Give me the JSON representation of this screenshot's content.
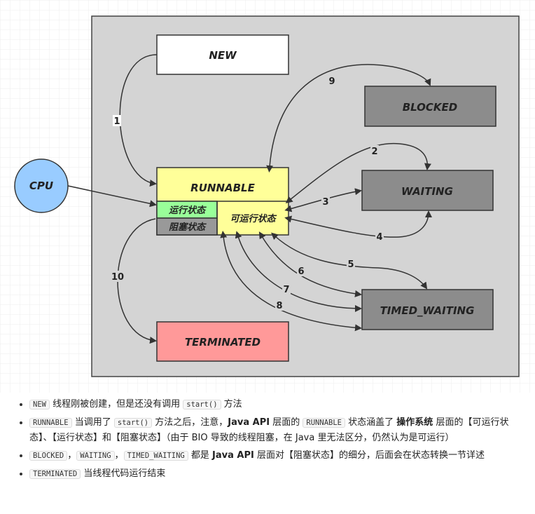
{
  "states": {
    "new": "NEW",
    "blocked": "BLOCKED",
    "runnable": "RUNNABLE",
    "running": "运行状态",
    "blocking": "阻塞状态",
    "ready": "可运行状态",
    "waiting": "WAITING",
    "timed_waiting": "TIMED_WAITING",
    "terminated": "TERMINATED",
    "cpu": "CPU"
  },
  "edge_labels": [
    "1",
    "2",
    "3",
    "4",
    "5",
    "6",
    "7",
    "8",
    "9",
    "10"
  ],
  "colors": {
    "panel": "#d4d4d4",
    "new": "#ffffff",
    "runnable": "#ffff99",
    "running": "#99ff99",
    "blocking": "#999999",
    "gray_state": "#8c8c8c",
    "terminated": "#ff9999",
    "cpu": "#99ccff"
  },
  "notes": {
    "b1": {
      "code1": "NEW",
      "t1": "线程刚被创建，但是还没有调用",
      "code2": "start()",
      "t2": "方法"
    },
    "b2": {
      "code1": "RUNNABLE",
      "t1": "当调用了",
      "code2": "start()",
      "t2": "方法之后，注意，",
      "bold1": "Java API",
      "t3": "层面的",
      "code3": "RUNNABLE",
      "t4": "状态涵盖了",
      "bold2": "操作系统",
      "t5": "层面的【可运行状态】、【运行状态】和【阻塞状态】（由于 BIO 导致的线程阻塞，在 Java 里无法区分，仍然认为是可运行）"
    },
    "b3": {
      "code1": "BLOCKED",
      "sep1": "，",
      "code2": "WAITING",
      "sep2": "，",
      "code3": "TIMED_WAITING",
      "t1": "都是",
      "bold1": "Java API",
      "t2": "层面对【阻塞状态】的细分，后面会在状态转换一节详述"
    },
    "b4": {
      "code1": "TERMINATED",
      "t1": "当线程代码运行结束"
    }
  }
}
